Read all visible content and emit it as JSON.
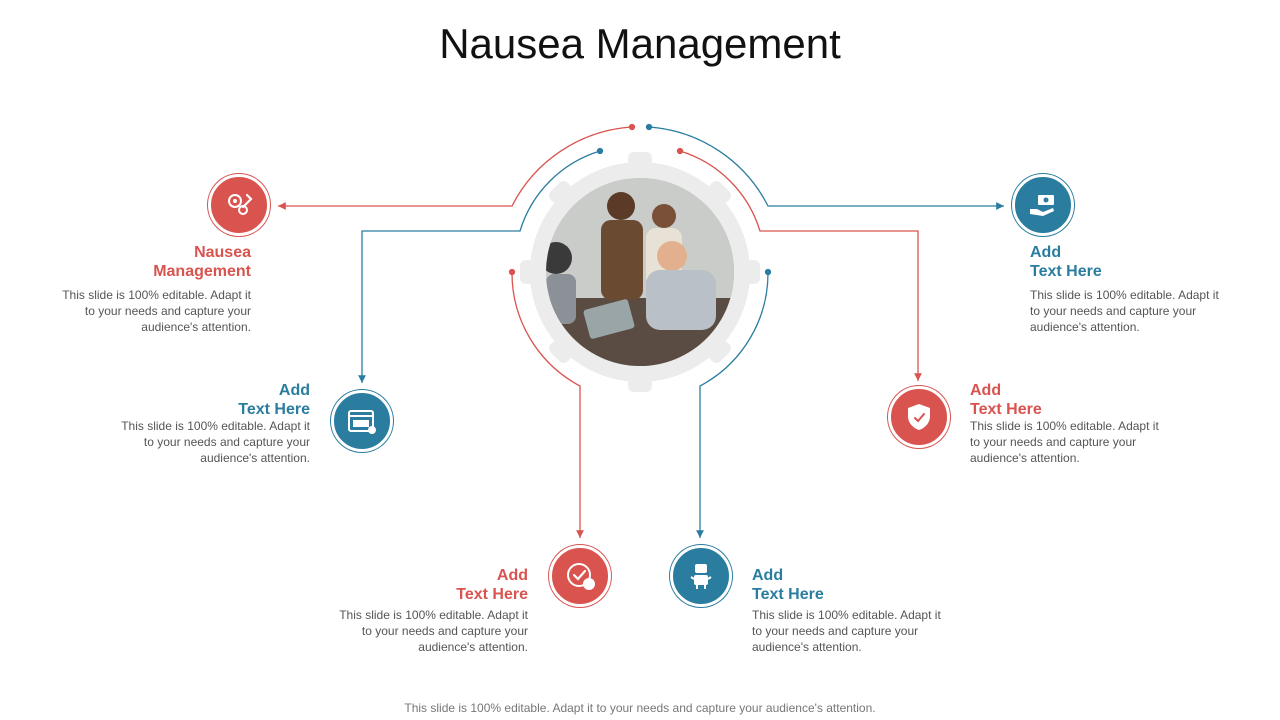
{
  "title": "Nausea Management",
  "items": [
    {
      "line1": "Nausea",
      "line2": "Management",
      "desc": "This slide is 100% editable. Adapt it to your needs and capture your audience's attention.",
      "icon": "gears-wrench-icon",
      "color": "#d9534f"
    },
    {
      "line1": "Add",
      "line2": "Text Here",
      "desc": "This slide is 100% editable. Adapt it to your needs and capture your audience's attention.",
      "icon": "404-error-icon",
      "color": "#2b7da0"
    },
    {
      "line1": "Add",
      "line2": "Text Here",
      "desc": "This slide is 100% editable. Adapt it to your needs and capture your audience's attention.",
      "icon": "24-hour-clock-icon",
      "color": "#d9534f"
    },
    {
      "line1": "Add",
      "line2": "Text Here",
      "desc": "This slide is 100% editable. Adapt it to your needs and capture your audience's attention.",
      "icon": "robot-icon",
      "color": "#2b7da0"
    },
    {
      "line1": "Add",
      "line2": "Text Here",
      "desc": "This slide is 100% editable. Adapt it to your needs and capture your audience's attention.",
      "icon": "shield-check-icon",
      "color": "#d9534f"
    },
    {
      "line1": "Add",
      "line2": "Text Here",
      "desc": "This slide is 100% editable. Adapt it to your needs and capture your audience's attention.",
      "icon": "hand-money-icon",
      "color": "#2b7da0"
    }
  ],
  "center_image": "team-meeting-photo",
  "footer": "This slide is 100% editable. Adapt it to your needs and capture your audience's attention."
}
